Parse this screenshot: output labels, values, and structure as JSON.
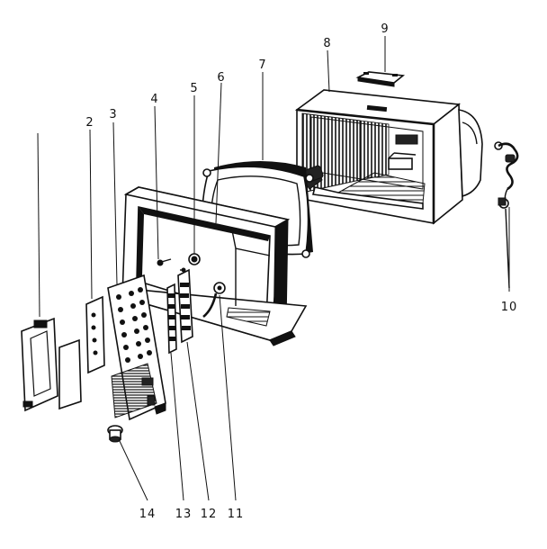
{
  "callouts": {
    "c1": "",
    "c2": "2",
    "c3": "3",
    "c4": "4",
    "c5": "5",
    "c6": "6",
    "c7": "7",
    "c8": "8",
    "c9": "9",
    "c10": "10",
    "c11": "11",
    "c12": "12",
    "c13": "13",
    "c14": "14"
  }
}
